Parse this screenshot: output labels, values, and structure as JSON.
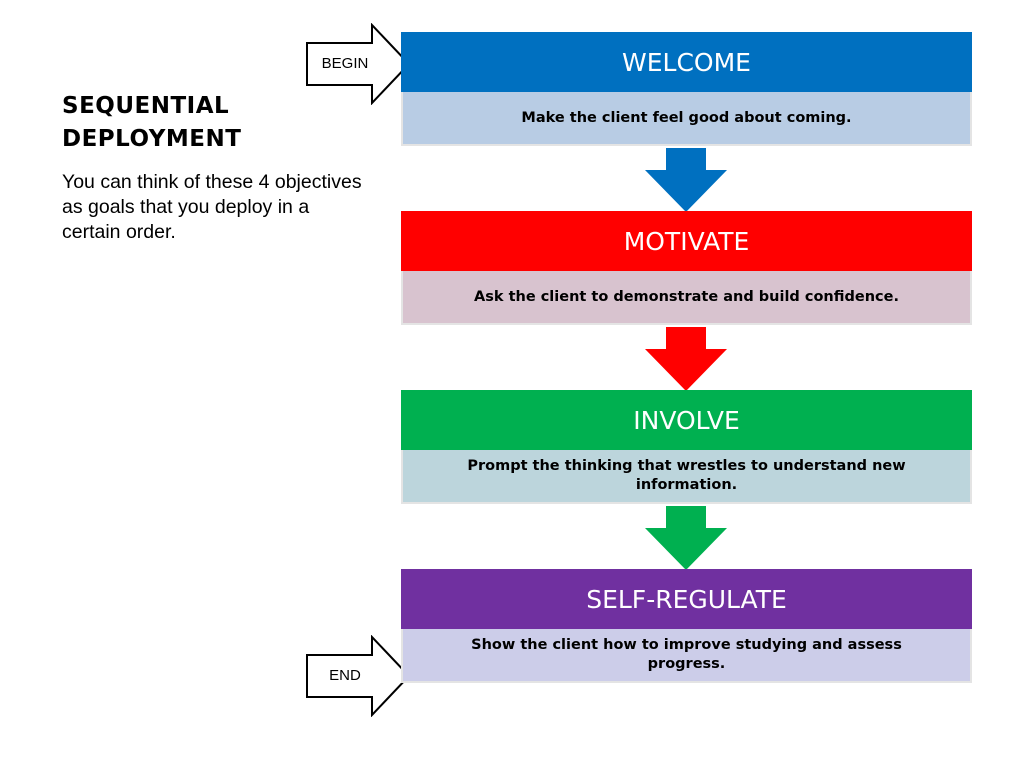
{
  "sidebar": {
    "title": "SEQUENTIAL\nDEPLOYMENT",
    "body": "You can think of these 4 objectives as goals that you deploy in a certain order."
  },
  "flow": {
    "begin_label": "BEGIN",
    "end_label": "END",
    "stages": [
      {
        "title": "WELCOME",
        "description": "Make the client feel good about coming.",
        "header_color": "#0070c0",
        "description_bg": "#b8cce4",
        "arrow_color": "#0070c0"
      },
      {
        "title": "MOTIVATE",
        "description": "Ask the client to demonstrate and build confidence.",
        "header_color": "#ff0000",
        "description_bg": "#d8c3cf",
        "arrow_color": "#ff0000"
      },
      {
        "title": "INVOLVE",
        "description": "Prompt the thinking that wrestles to understand new information.",
        "header_color": "#00b050",
        "description_bg": "#bcd5dc",
        "arrow_color": "#00b050"
      },
      {
        "title": "SELF-REGULATE",
        "description": "Show the client how to improve studying and assess progress.",
        "header_color": "#7030a0",
        "description_bg": "#cccde9"
      }
    ]
  }
}
